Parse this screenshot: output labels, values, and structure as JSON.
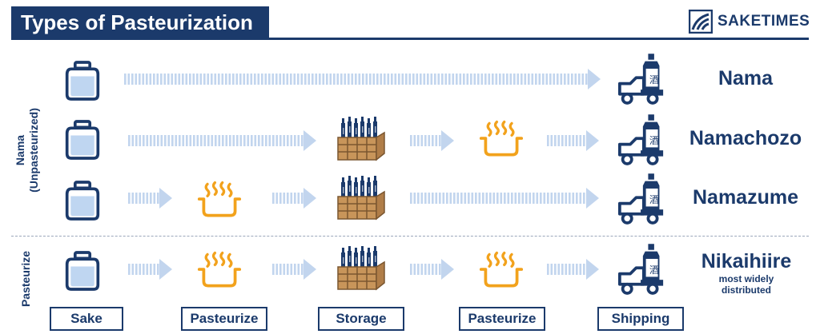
{
  "header": {
    "title": "Types of  Pasteurization",
    "brand": "SAKETIMES",
    "brand_icon": "saketimes-logo-icon"
  },
  "side_labels": {
    "nama_line1": "Nama",
    "nama_line2": "(Unpasteurized)",
    "pasteurize": "Pasteurize"
  },
  "rows": [
    {
      "name": "Nama",
      "note": ""
    },
    {
      "name": "Namachozo",
      "note": ""
    },
    {
      "name": "Namazume",
      "note": ""
    },
    {
      "name": "Nikaihiire",
      "note": "most widely distributed"
    }
  ],
  "stages": [
    "Sake",
    "Pasteurize",
    "Storage",
    "Pasteurize",
    "Shipping"
  ],
  "bottle_glyph": "酒",
  "icons": {
    "sake": "sake-jar-icon",
    "pasteurize": "heated-pot-icon",
    "storage": "bottle-crate-icon",
    "shipping": "delivery-truck-icon",
    "arrow": "dashed-arrow-icon"
  },
  "colors": {
    "navy": "#1b3a6b",
    "arrow": "#c2d5ee",
    "jar_fill": "#bfd6f1",
    "pot": "#f2a21c",
    "crate": "#c8955a"
  }
}
